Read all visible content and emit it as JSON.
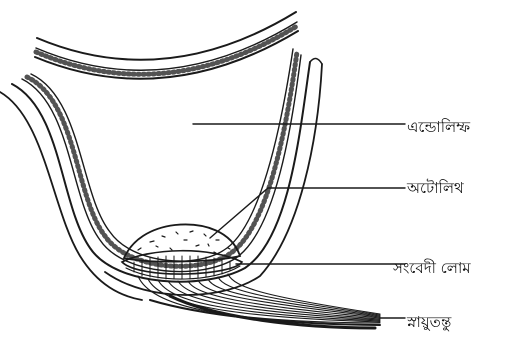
{
  "labels": {
    "endolymph": "এন্ডোলিম্ফ",
    "otolith": "অটোলিথ",
    "sensory_hair": "সংবেদী লোম",
    "nerve_fiber": "স্নায়ুতন্তু"
  },
  "colors": {
    "ink": "#1a1a1a",
    "background": "#ffffff"
  }
}
